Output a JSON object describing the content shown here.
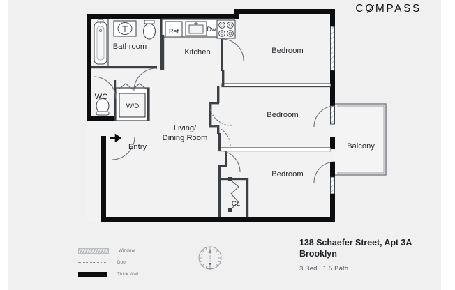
{
  "brand": {
    "name_part1": "C",
    "name_o": "O",
    "name_part2": "MPASS"
  },
  "listing": {
    "address_line1": "138 Schaefer Street, Apt 3A",
    "address_line2": "Brooklyn",
    "details": "3 Bed | 1.5 Bath"
  },
  "legend": {
    "items": [
      {
        "swatch": "window",
        "label": "Window"
      },
      {
        "swatch": "door",
        "label": "Door"
      },
      {
        "swatch": "thick-wall",
        "label": "Thick Wall"
      }
    ]
  },
  "compass": {
    "icon": "compass-rose-icon",
    "north_label": ""
  },
  "floorplan": {
    "rooms": [
      {
        "id": "bathroom",
        "label": "Bathroom"
      },
      {
        "id": "kitchen",
        "label": "Kitchen"
      },
      {
        "id": "wc",
        "label": "WC"
      },
      {
        "id": "washer-dryer",
        "label": "W/D"
      },
      {
        "id": "entry",
        "label": "Entry"
      },
      {
        "id": "living-dining",
        "label_line1": "Living/",
        "label_line2": "Dining Room"
      },
      {
        "id": "bedroom-1",
        "label": "Bedroom"
      },
      {
        "id": "bedroom-2",
        "label": "Bedroom"
      },
      {
        "id": "bedroom-3",
        "label": "Bedroom"
      },
      {
        "id": "balcony",
        "label": "Balcony"
      },
      {
        "id": "closet",
        "label": "CL"
      }
    ],
    "fixtures": [
      {
        "id": "refrigerator",
        "label": "Ref"
      },
      {
        "id": "dishwasher",
        "label": "Dw"
      },
      {
        "id": "kitchen-sink",
        "label": ""
      },
      {
        "id": "stove",
        "label": ""
      },
      {
        "id": "bathtub",
        "label": ""
      },
      {
        "id": "bathroom-sink",
        "label": ""
      },
      {
        "id": "toilet-bathroom",
        "label": ""
      },
      {
        "id": "toilet-wc",
        "label": ""
      }
    ]
  },
  "colors": {
    "background": "#f0f0f1",
    "page": "#ffffff",
    "wall": "#0b0d0f",
    "thin_wall": "#3c4044",
    "text": "#23262a",
    "muted_text": "#6e7277",
    "window_hatch": "#b9bcc0"
  }
}
